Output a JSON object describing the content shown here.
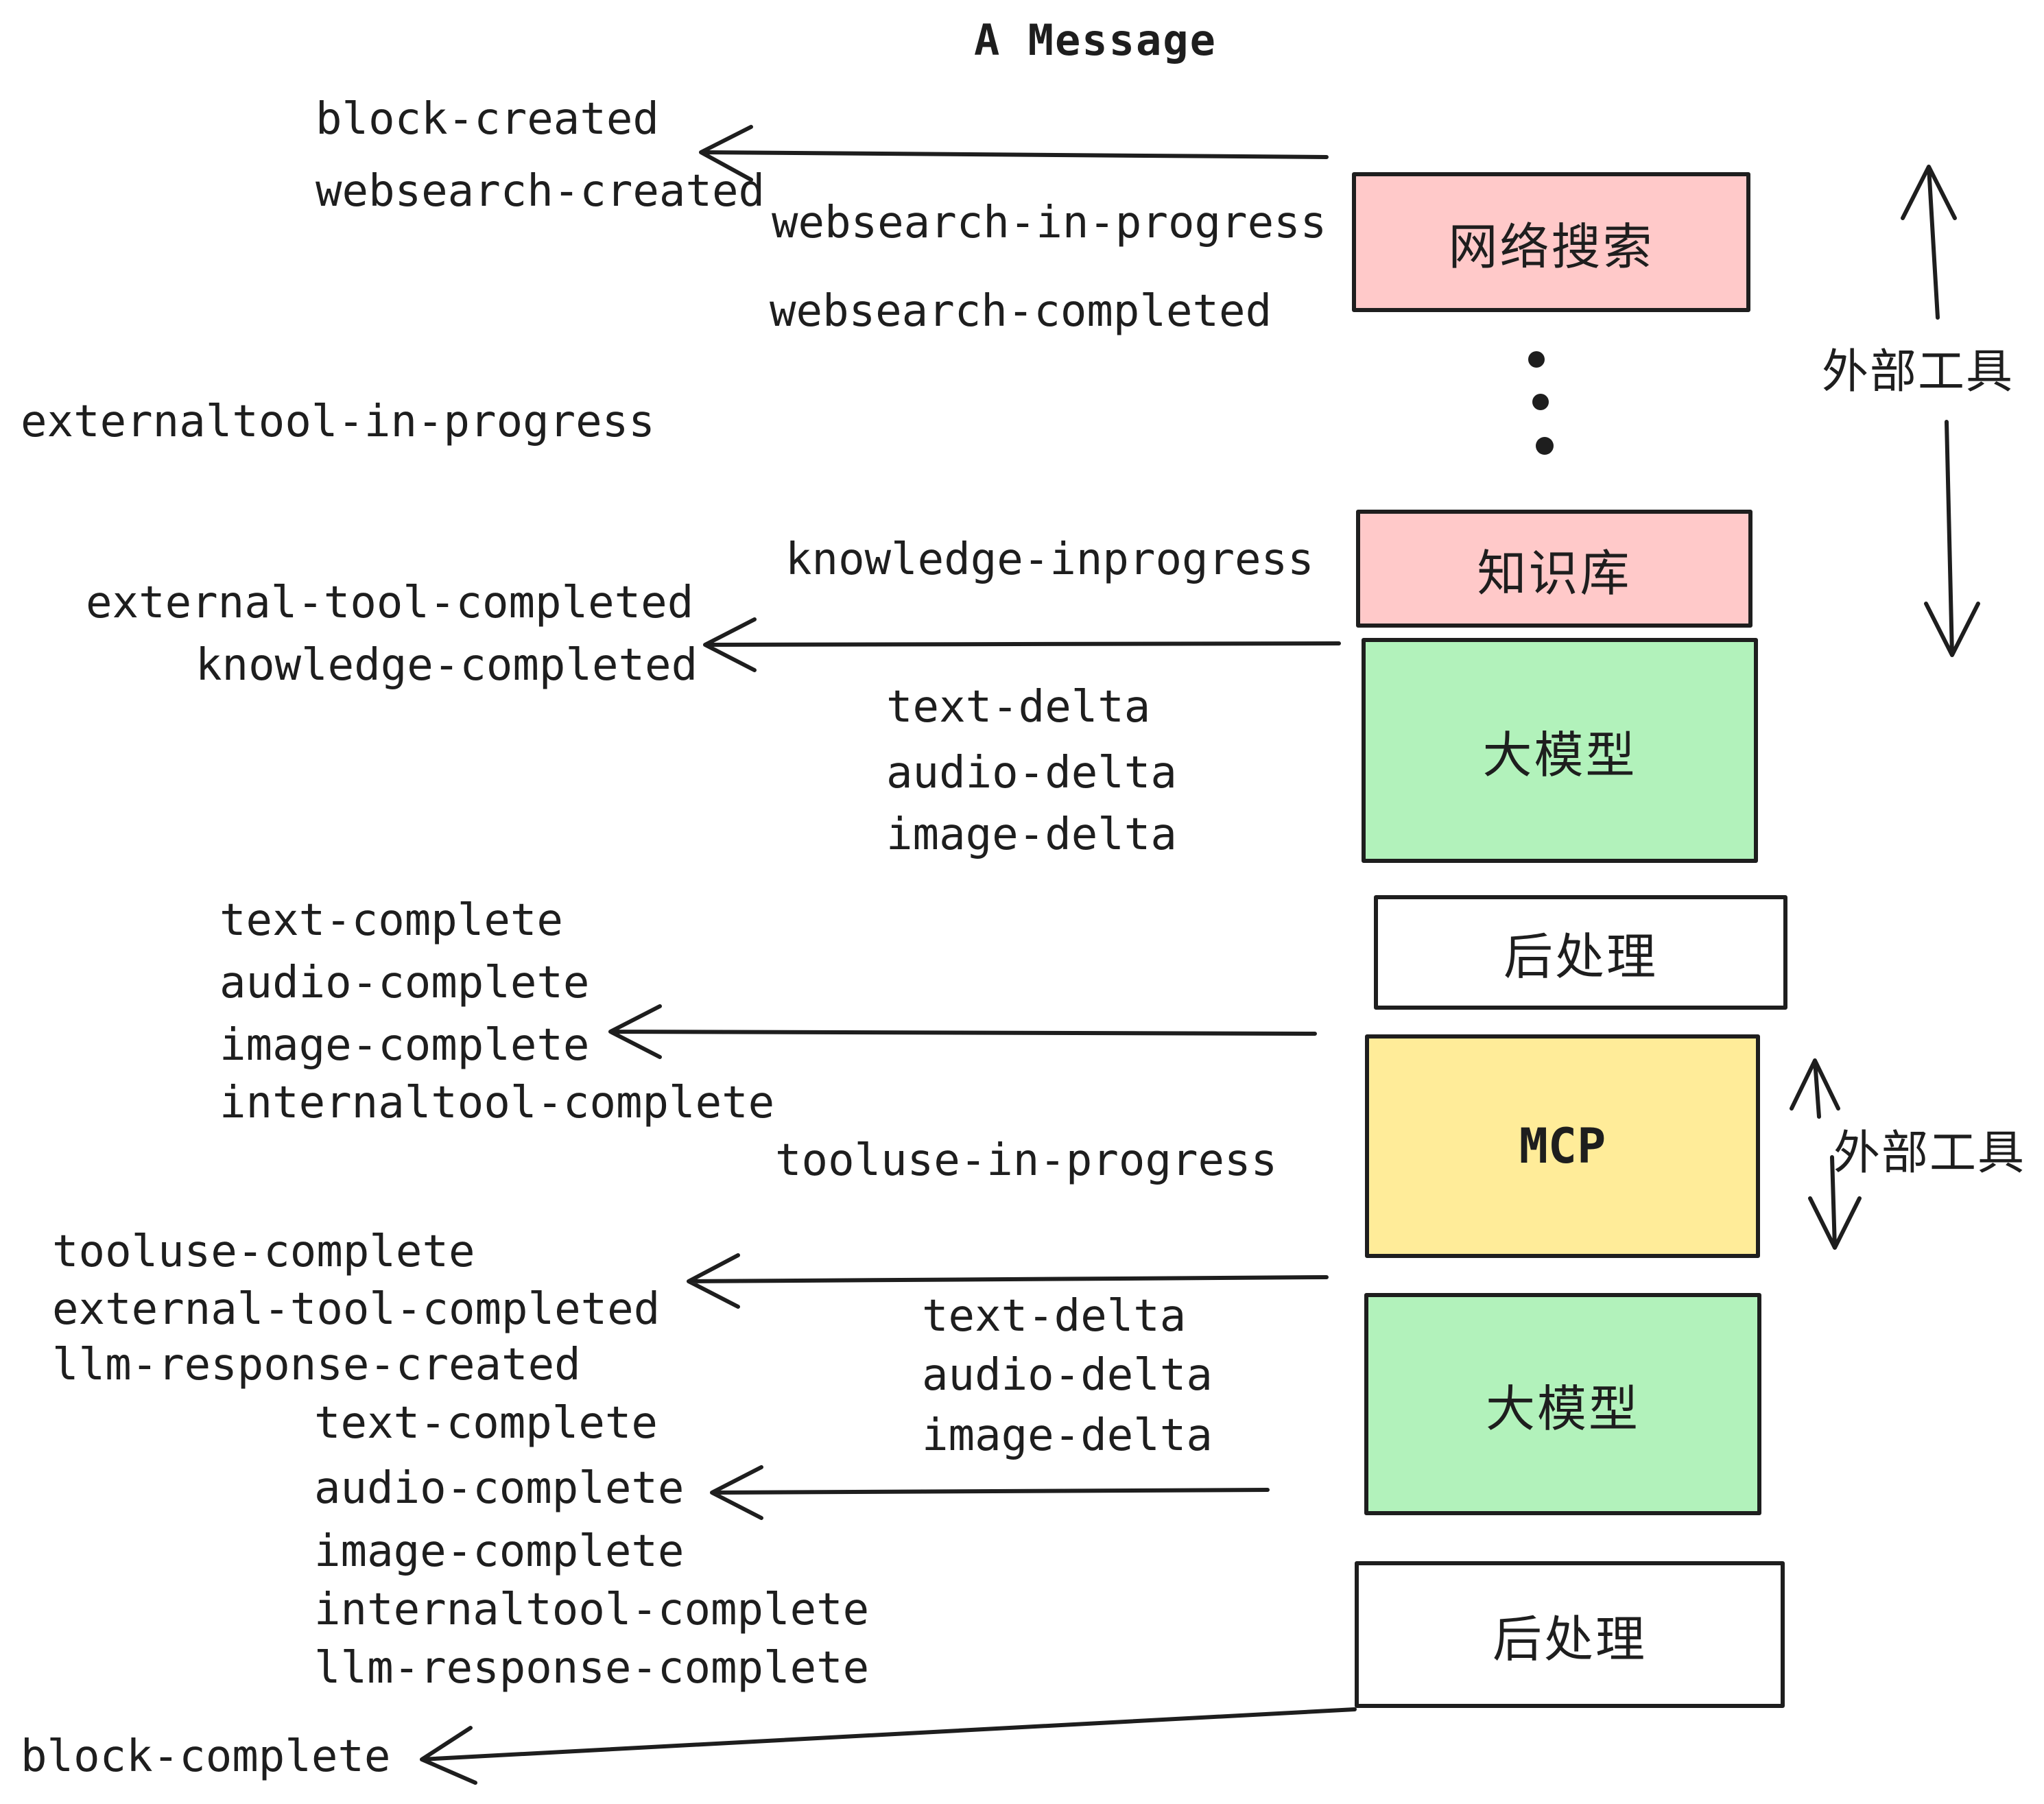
{
  "title": "A Message",
  "colors": {
    "ink": "#1e1e1e",
    "pink": "#ffc9c9",
    "green": "#b2f2bb",
    "yellow": "#ffec99",
    "white": "#ffffff"
  },
  "boxes": [
    {
      "id": "websearch",
      "label": "网络搜索",
      "color": "#ffc9c9"
    },
    {
      "id": "knowledge",
      "label": "知识库",
      "color": "#ffc9c9"
    },
    {
      "id": "llm-1",
      "label": "大模型",
      "color": "#b2f2bb"
    },
    {
      "id": "post-1",
      "label": "后处理",
      "color": "#ffffff"
    },
    {
      "id": "mcp",
      "label": "MCP",
      "color": "#ffec99"
    },
    {
      "id": "llm-2",
      "label": "大模型",
      "color": "#b2f2bb"
    },
    {
      "id": "post-2",
      "label": "后处理",
      "color": "#ffffff"
    }
  ],
  "events": {
    "block_created": "block-created",
    "websearch_created": "websearch-created",
    "websearch_in_progress": "websearch-in-progress",
    "websearch_completed": "websearch-completed",
    "externaltool_in_progress": "externaltool-in-progress",
    "knowledge_inprogress": "knowledge-inprogress",
    "external_tool_completed_1": "external-tool-completed",
    "knowledge_completed": "knowledge-completed",
    "text_delta_1": "text-delta",
    "audio_delta_1": "audio-delta",
    "image_delta_1": "image-delta",
    "text_complete_1": "text-complete",
    "audio_complete_1": "audio-complete",
    "image_complete_1": "image-complete",
    "internaltool_complete_1": "internaltool-complete",
    "tooluse_in_progress": "tooluse-in-progress",
    "tooluse_complete": "tooluse-complete",
    "external_tool_completed_2": "external-tool-completed",
    "llm_response_created": "llm-response-created",
    "text_complete_2": "text-complete",
    "audio_complete_2": "audio-complete",
    "image_complete_2": "image-complete",
    "internaltool_complete_2": "internaltool-complete",
    "llm_response_complete": "llm-response-complete",
    "block_complete": "block-complete",
    "text_delta_2": "text-delta",
    "audio_delta_2": "audio-delta",
    "image_delta_2": "image-delta"
  },
  "annotations": {
    "external_tools_top": "外部工具",
    "external_tools_mcp": "外部工具"
  }
}
